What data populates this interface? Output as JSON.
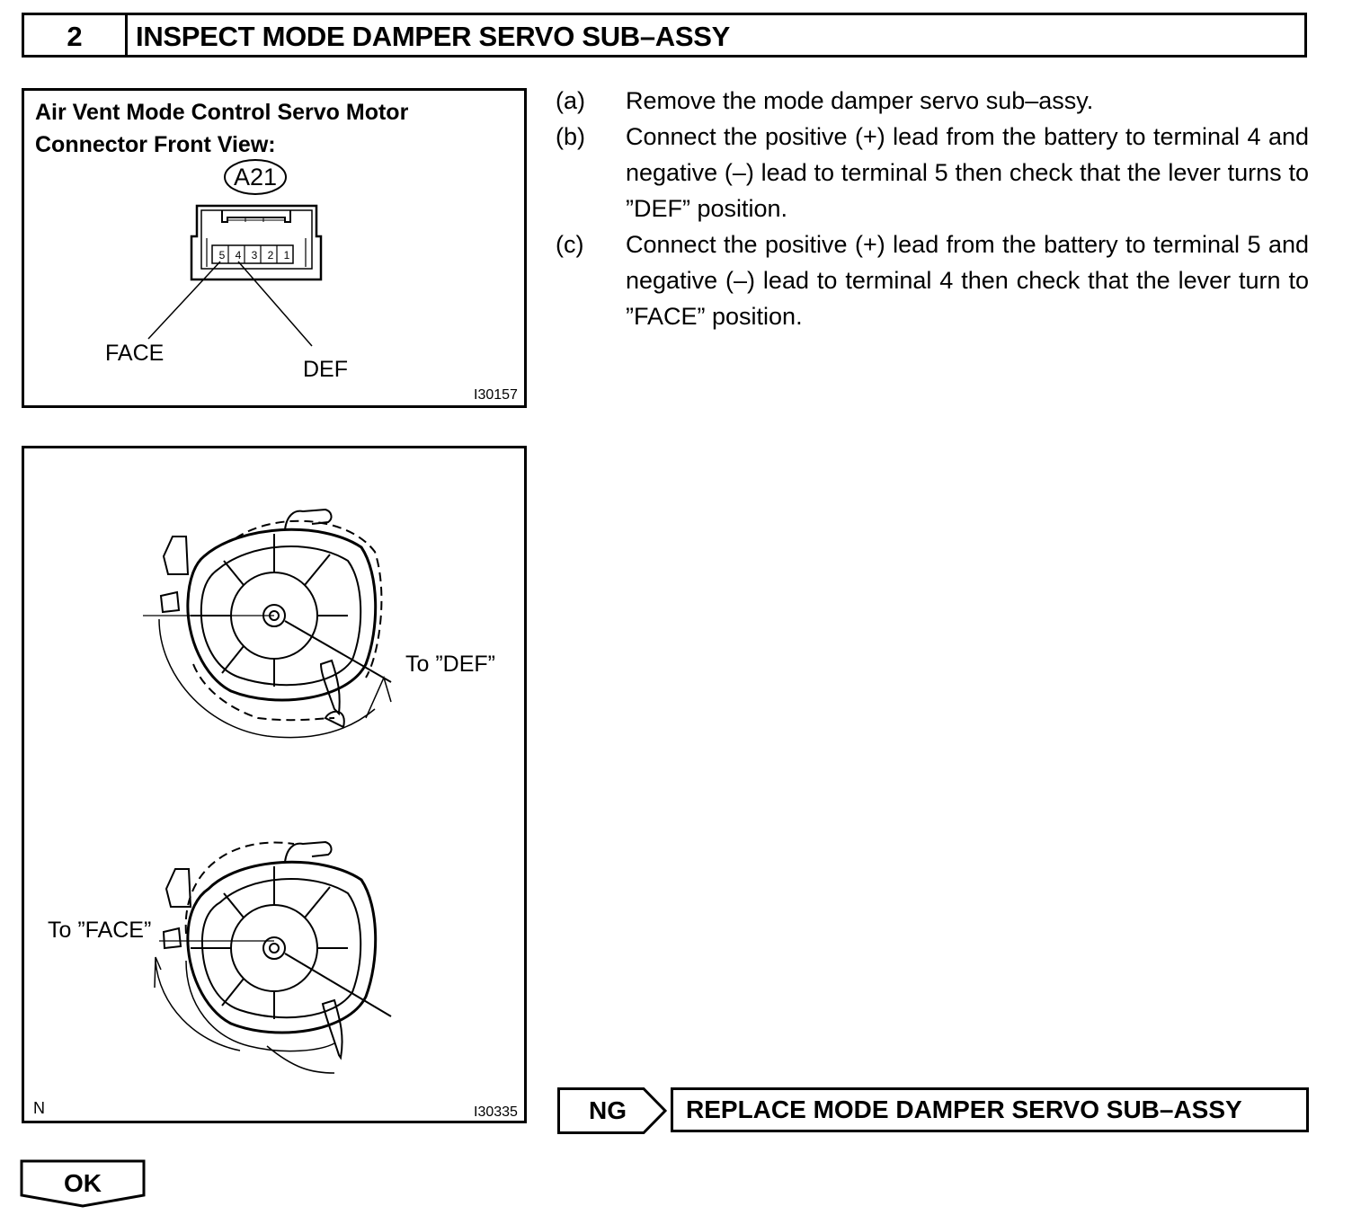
{
  "header": {
    "step_number": "2",
    "title": "INSPECT MODE DAMPER SERVO SUB–ASSY"
  },
  "figure1": {
    "title_line1": "Air Vent Mode Control Servo Motor",
    "title_line2": "Connector Front View:",
    "connector_id": "A21",
    "pins": [
      "5",
      "4",
      "3",
      "2",
      "1"
    ],
    "label_face": "FACE",
    "label_def": "DEF",
    "code": "I30157"
  },
  "figure2": {
    "label_to_def": "To ”DEF”",
    "label_to_face": "To ”FACE”",
    "corner_mark": "N",
    "code": "I30335"
  },
  "steps": [
    {
      "letter": "(a)",
      "text": "Remove the mode damper servo sub–assy."
    },
    {
      "letter": "(b)",
      "text": "Connect the positive (+) lead from the battery to terminal 4 and negative (–) lead to terminal 5 then check that the lever turns to ”DEF” position."
    },
    {
      "letter": "(c)",
      "text": "Connect the positive (+) lead from the battery to terminal 5 and negative (–) lead to terminal 4 then check that the lever turn to ”FACE” position."
    }
  ],
  "result": {
    "ng_label": "NG",
    "ng_action": "REPLACE MODE DAMPER SERVO SUB–ASSY",
    "ok_label": "OK"
  }
}
